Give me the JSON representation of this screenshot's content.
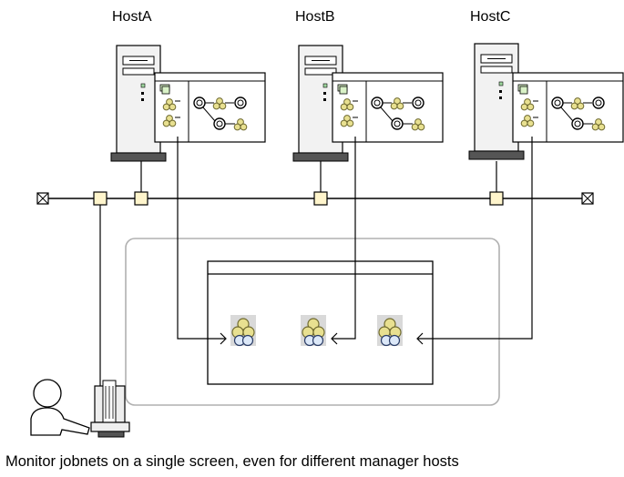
{
  "hosts": [
    {
      "name": "HostA"
    },
    {
      "name": "HostB"
    },
    {
      "name": "HostC"
    }
  ],
  "caption": "Monitor jobnets on a single screen, even for different manager hosts",
  "colors": {
    "job_node_fill": "#e8e090",
    "job_node_stroke": "#6f6a30",
    "job_node_blue": "#dce8f8",
    "connector_fill": "#fff5cc",
    "folder_green": "#d9f2c7",
    "monitor_frame": "#b0b0b0",
    "server_base": "#555555",
    "line": "#000000"
  },
  "icons": [
    "server-icon",
    "jobnet-window-icon",
    "network-terminator-icon",
    "network-connector-icon",
    "user-at-workstation-icon",
    "jobnet-status-icon"
  ]
}
